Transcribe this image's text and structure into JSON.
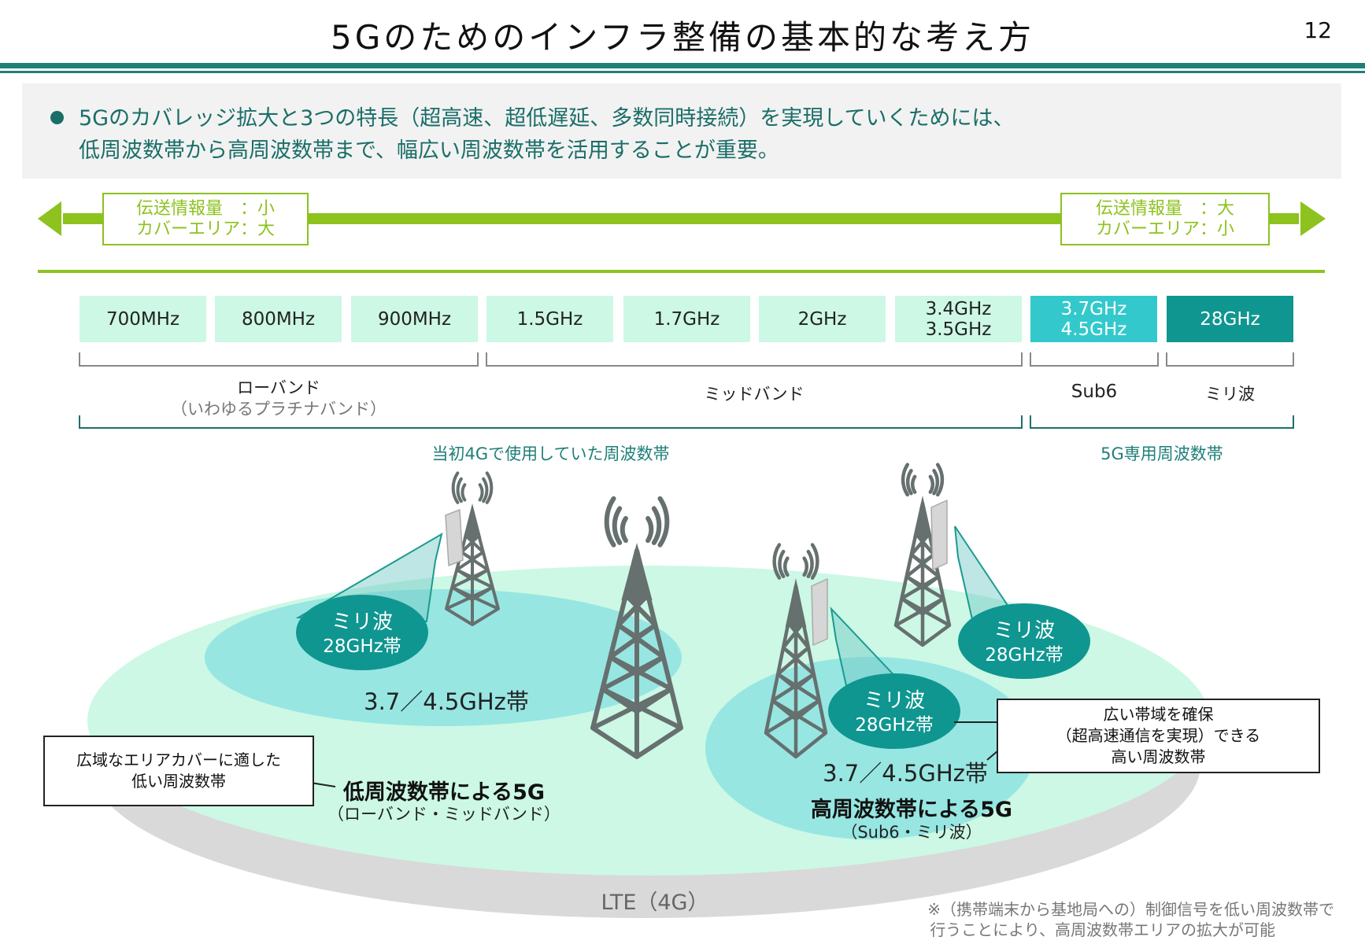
{
  "header": {
    "title": "5Gのためのインフラ整備の基本的な考え方",
    "page_number": "12"
  },
  "summary": {
    "line1": "5Gのカバレッジ拡大と3つの特長（超高速、超低遅延、多数同時接続）を実現していくためには、",
    "line2": "低周波数帯から高周波数帯まで、幅広い周波数帯を活用することが重要。"
  },
  "scale": {
    "left": {
      "line1": "伝送情報量　：小",
      "line2": "カバーエリア：大"
    },
    "right": {
      "line1": "伝送情報量　：大",
      "line2": "カバーエリア：小"
    }
  },
  "bands": [
    {
      "line1": "700MHz",
      "line2": ""
    },
    {
      "line1": "800MHz",
      "line2": ""
    },
    {
      "line1": "900MHz",
      "line2": ""
    },
    {
      "line1": "1.5GHz",
      "line2": ""
    },
    {
      "line1": "1.7GHz",
      "line2": ""
    },
    {
      "line1": "2GHz",
      "line2": ""
    },
    {
      "line1": "3.4GHz",
      "line2": "3.5GHz"
    },
    {
      "line1": "3.7GHz",
      "line2": "4.5GHz"
    },
    {
      "line1": "28GHz",
      "line2": ""
    }
  ],
  "groups": {
    "low": {
      "label": "ローバンド",
      "sub": "（いわゆるプラチナバンド）"
    },
    "mid": {
      "label": "ミッドバンド"
    },
    "sub6": {
      "label": "Sub6"
    },
    "mmw": {
      "label": "ミリ波"
    },
    "legacy": {
      "label": "当初4Gで使用していた周波数帯"
    },
    "dedicated": {
      "label": "5G専用周波数帯"
    }
  },
  "diagram": {
    "mmw_oval": {
      "line1": "ミリ波",
      "line2": "28GHz帯"
    },
    "sub6_area_label": "3.7／4.5GHz帯",
    "low_callout": {
      "line1": "広域なエリアカバーに適した",
      "line2": "低い周波数帯"
    },
    "low_title": "低周波数帯による5G",
    "low_sub": "（ローバンド・ミッドバンド）",
    "high_callout": {
      "line1": "広い帯域を確保",
      "line2": "（超高速通信を実現）できる",
      "line3": "高い周波数帯"
    },
    "high_title": "高周波数帯による5G",
    "high_sub": "（Sub6・ミリ波）",
    "lte_label": "LTE（4G）"
  },
  "footnote": {
    "line1": "※（携帯端末から基地局への）制御信号を低い周波数帯で",
    "line2": "行うことにより、高周波数帯エリアの拡大が可能"
  },
  "colors": {
    "teal": "#1f7f78",
    "green": "#8dc21f",
    "mint": "#ccf8e5",
    "cyan": "#33c9cc",
    "deep_teal": "#0f9690"
  }
}
